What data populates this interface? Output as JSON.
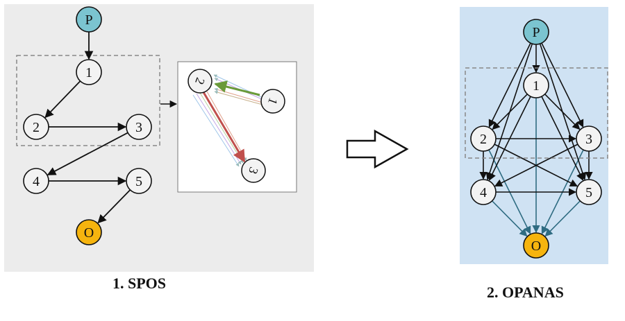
{
  "captions": {
    "left": "1. SPOS",
    "right": "2. OPANAS"
  },
  "colors": {
    "left_panel_bg": "#ececec",
    "right_panel_bg": "#cfe2f3",
    "input_node": "#7bc4d0",
    "output_node": "#f6b40e",
    "inner_node": "#f3f3f3",
    "edge_dark": "#111111",
    "edge_teal": "#2f6c82",
    "inset_green": "#6a9a3a",
    "inset_red": "#c0504d"
  },
  "spos": {
    "nodes": [
      {
        "id": "P",
        "label": "P",
        "kind": "input"
      },
      {
        "id": "1",
        "label": "1",
        "kind": "inner"
      },
      {
        "id": "2",
        "label": "2",
        "kind": "inner"
      },
      {
        "id": "3",
        "label": "3",
        "kind": "inner"
      },
      {
        "id": "4",
        "label": "4",
        "kind": "inner"
      },
      {
        "id": "5",
        "label": "5",
        "kind": "inner"
      },
      {
        "id": "O",
        "label": "O",
        "kind": "output"
      }
    ],
    "edges": [
      [
        "P",
        "1"
      ],
      [
        "1",
        "2"
      ],
      [
        "2",
        "3"
      ],
      [
        "3",
        "4"
      ],
      [
        "4",
        "5"
      ],
      [
        "5",
        "O"
      ]
    ],
    "inset": {
      "labels": [
        "1",
        "2",
        "3"
      ]
    }
  },
  "opanas": {
    "nodes": [
      {
        "id": "P",
        "label": "P",
        "kind": "input"
      },
      {
        "id": "1",
        "label": "1",
        "kind": "inner"
      },
      {
        "id": "2",
        "label": "2",
        "kind": "inner"
      },
      {
        "id": "3",
        "label": "3",
        "kind": "inner"
      },
      {
        "id": "4",
        "label": "4",
        "kind": "inner"
      },
      {
        "id": "5",
        "label": "5",
        "kind": "inner"
      },
      {
        "id": "O",
        "label": "O",
        "kind": "output"
      }
    ],
    "edges_dark": [
      [
        "P",
        "1"
      ],
      [
        "P",
        "2"
      ],
      [
        "P",
        "3"
      ],
      [
        "P",
        "4"
      ],
      [
        "P",
        "5"
      ],
      [
        "1",
        "2"
      ],
      [
        "1",
        "3"
      ],
      [
        "1",
        "4"
      ],
      [
        "1",
        "5"
      ],
      [
        "2",
        "3"
      ],
      [
        "2",
        "4"
      ],
      [
        "2",
        "5"
      ],
      [
        "3",
        "4"
      ],
      [
        "3",
        "5"
      ],
      [
        "4",
        "5"
      ]
    ],
    "edges_teal": [
      [
        "1",
        "O"
      ],
      [
        "2",
        "O"
      ],
      [
        "3",
        "O"
      ],
      [
        "4",
        "O"
      ],
      [
        "5",
        "O"
      ]
    ]
  }
}
